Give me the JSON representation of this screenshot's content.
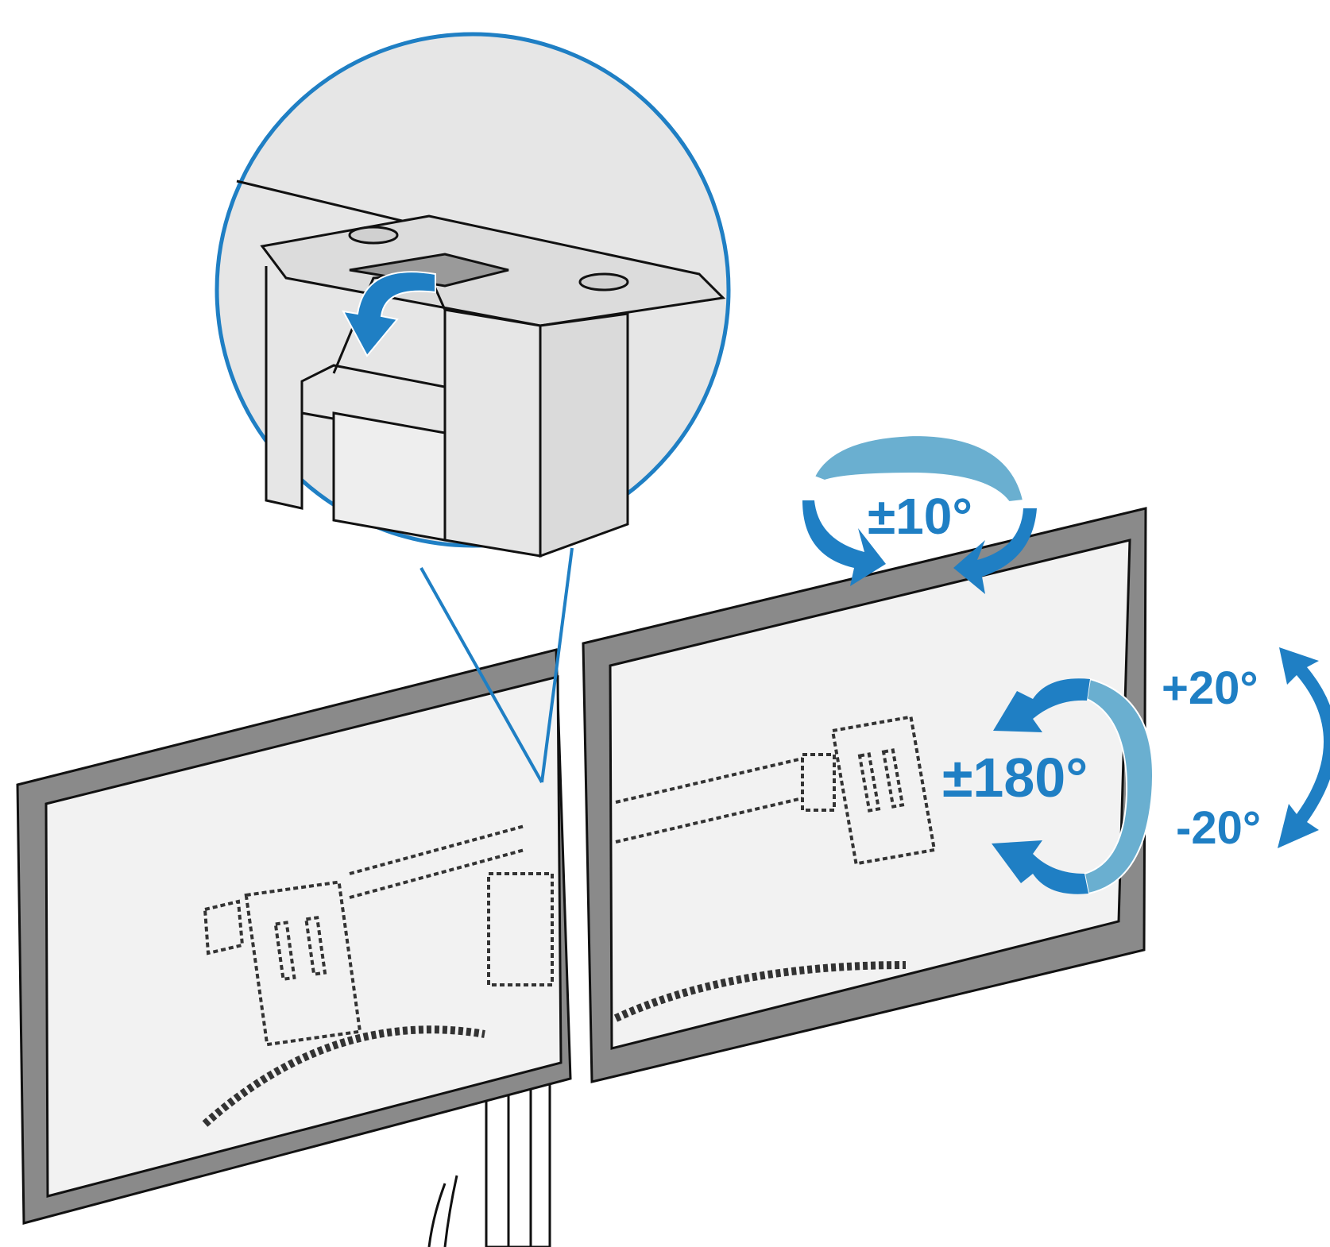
{
  "labels": {
    "swivel": "±10°",
    "rotation": "±180°",
    "tilt_up": "+20°",
    "tilt_down": "-20°"
  },
  "colors": {
    "accent_blue": "#1f7fc4",
    "band_light_blue": "#6aafd0",
    "monitor_frame": "#8a8a8a",
    "line": "#111111",
    "detail_fill": "#e6e6e6"
  },
  "icons": {
    "detail_magnifier": "magnifier-circle",
    "lock_arrow": "curved-arrow-icon",
    "swivel_arrows": "swivel-arrows-icon",
    "rotate_arrows": "rotate-arrows-icon",
    "tilt_arrow": "double-curved-arrow-icon"
  }
}
